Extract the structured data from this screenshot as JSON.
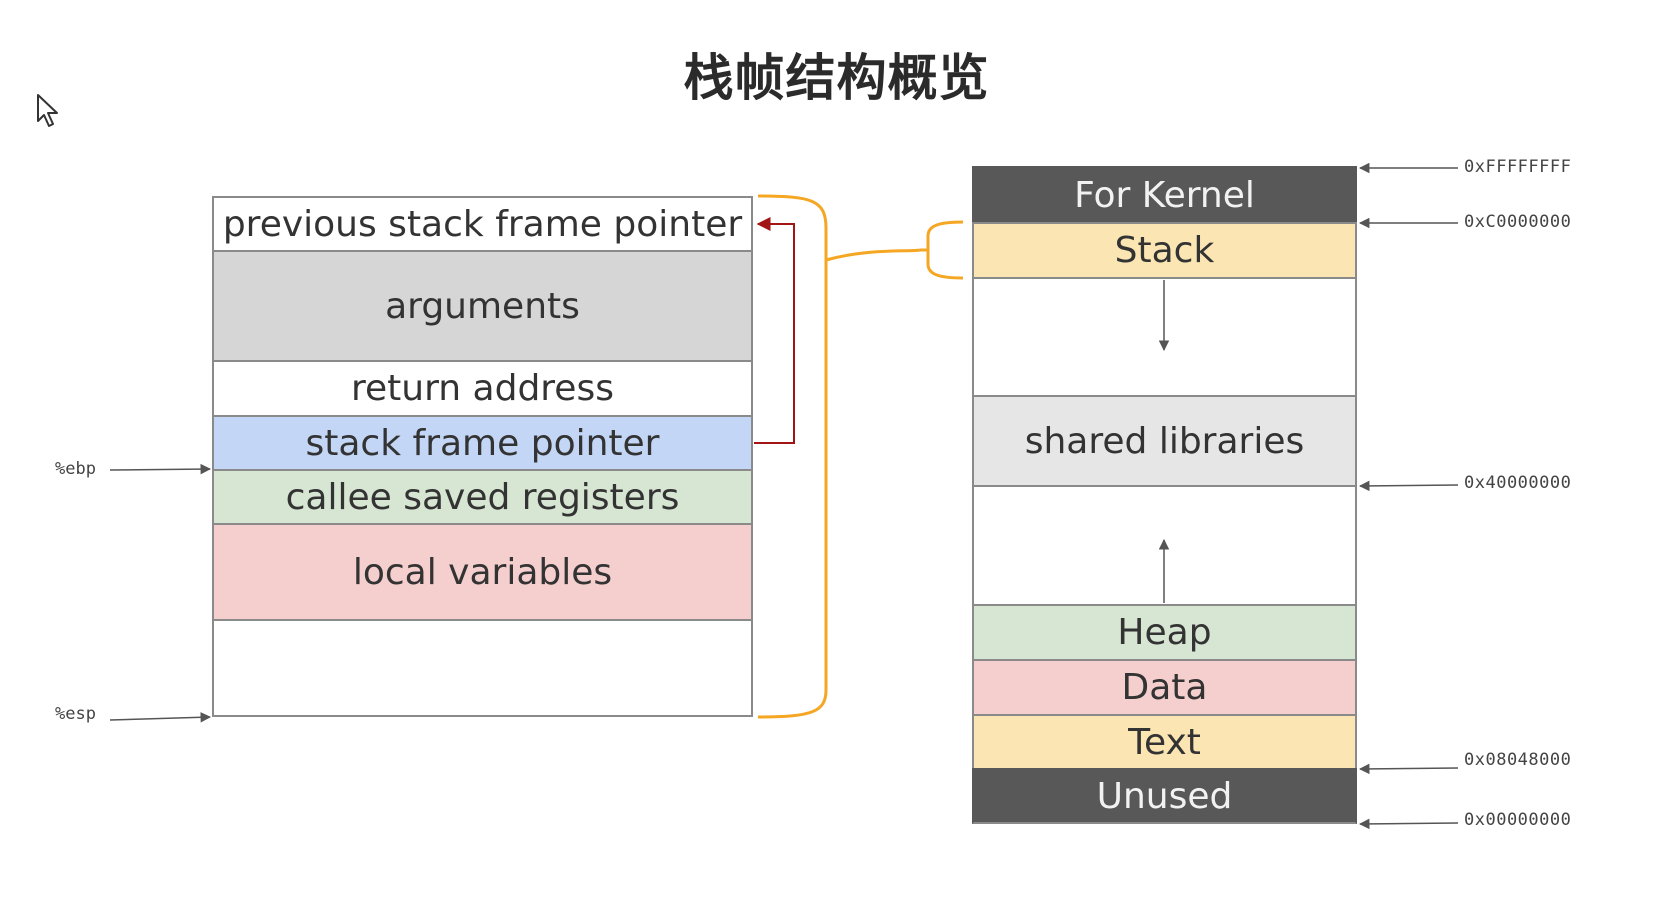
{
  "title": "栈帧结构概览",
  "stack_frame": {
    "cells": [
      {
        "label": "previous stack frame pointer",
        "color": "#ffffff"
      },
      {
        "label": "arguments",
        "color": "#d6d6d6"
      },
      {
        "label": "return address",
        "color": "#ffffff"
      },
      {
        "label": "stack frame pointer",
        "color": "#c3d6f5"
      },
      {
        "label": "callee saved registers",
        "color": "#d6e6d2"
      },
      {
        "label": "local variables",
        "color": "#f5cece"
      },
      {
        "label": "",
        "color": "#ffffff"
      }
    ],
    "ebp_label": "%ebp",
    "esp_label": "%esp"
  },
  "memory_layout": {
    "cells": [
      {
        "label": "For Kernel",
        "color": "#585858"
      },
      {
        "label": "Stack",
        "color": "#fbe6b3"
      },
      {
        "label": "",
        "color": "#ffffff"
      },
      {
        "label": "shared libraries",
        "color": "#e6e6e6"
      },
      {
        "label": "",
        "color": "#ffffff"
      },
      {
        "label": "Heap",
        "color": "#d6e6d2"
      },
      {
        "label": "Data",
        "color": "#f5cece"
      },
      {
        "label": "Text",
        "color": "#fbe6b3"
      },
      {
        "label": "Unused",
        "color": "#585858"
      }
    ],
    "addresses": [
      "0xFFFFFFFF",
      "0xC0000000",
      "0x40000000",
      "0x08048000",
      "0x00000000"
    ]
  },
  "colors": {
    "brace": "#f5a623",
    "pointer_arrow": "#a31515",
    "line": "#555555"
  }
}
